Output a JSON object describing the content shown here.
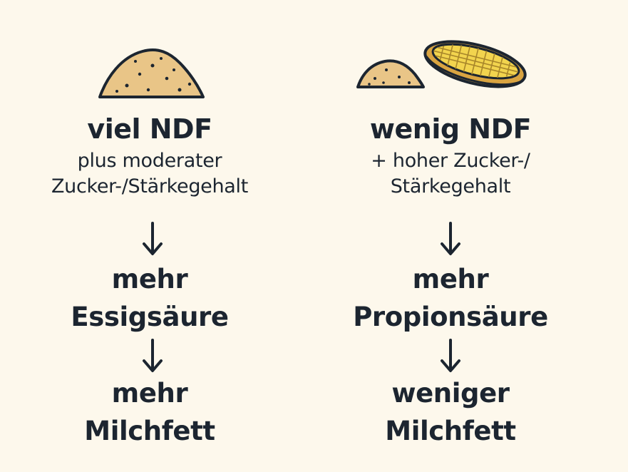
{
  "left": {
    "illustration_icon": "grain-pile-icon",
    "headline": "viel NDF",
    "subtitle_line1": "plus moderater",
    "subtitle_line2": "Zucker-/Stärkegehalt",
    "arrow1_icon": "arrow-down-icon",
    "step1_line1": "mehr",
    "step1_line2": "Essigsäure",
    "arrow2_icon": "arrow-down-icon",
    "step2_line1": "mehr",
    "step2_line2": "Milchfett"
  },
  "right": {
    "illustration_icons": [
      "grain-pile-icon",
      "corn-cob-icon"
    ],
    "headline": "wenig NDF",
    "subtitle_line1": "+ hoher Zucker-/",
    "subtitle_line2": "Stärkegehalt",
    "arrow1_icon": "arrow-down-icon",
    "step1_line1": "mehr",
    "step1_line2": "Propionsäure",
    "arrow2_icon": "arrow-down-icon",
    "step2_line1": "weniger",
    "step2_line2": "Milchfett"
  },
  "colors": {
    "background": "#fdf8ec",
    "text": "#1c2530",
    "grain": "#e9c587",
    "corn_kernel": "#f2d44e",
    "husk": "#d9a441",
    "outline": "#1c2530"
  }
}
